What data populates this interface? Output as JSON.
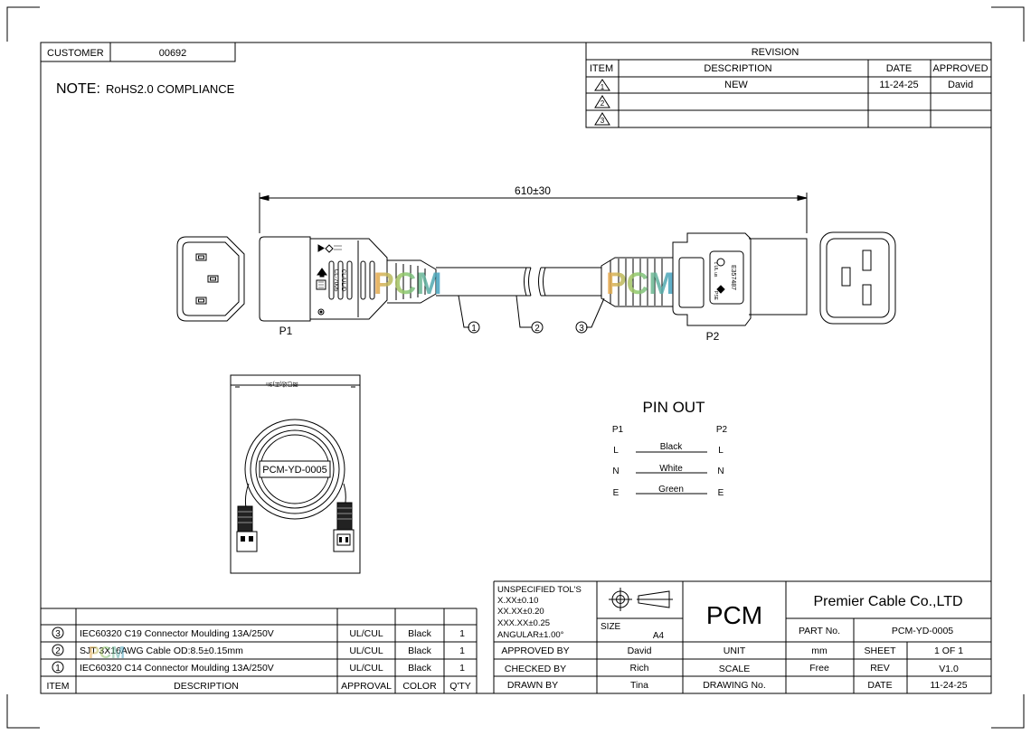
{
  "header": {
    "customer_label": "CUSTOMER",
    "customer_value": "00692",
    "note_label": "NOTE:",
    "note_text": "RoHS2.0 COMPLIANCE"
  },
  "revision": {
    "title": "REVISION",
    "columns": [
      "ITEM",
      "DESCRIPTION",
      "DATE",
      "APPROVED"
    ],
    "rows": [
      {
        "item": "1",
        "description": "NEW",
        "date": "11-24-25",
        "approved": "David"
      },
      {
        "item": "2",
        "description": "",
        "date": "",
        "approved": ""
      },
      {
        "item": "3",
        "description": "",
        "date": "",
        "approved": ""
      }
    ]
  },
  "drawing": {
    "length_dim": "610±30",
    "p1_label": "P1",
    "p2_label": "P2",
    "callouts": [
      "1",
      "2",
      "3"
    ],
    "watermark": "PCM",
    "p1_mold_text": [
      "CL-7005",
      "CL/UL/D"
    ],
    "p2_mold_text": [
      "E357487",
      "c UL us",
      "PSE"
    ],
    "bag_label": "PCM-YD-0005",
    "bag_top_text": "图已选(正)Sh"
  },
  "pinout": {
    "title": "PIN OUT",
    "left_header": "P1",
    "right_header": "P2",
    "rows": [
      {
        "left": "L",
        "wire": "Black",
        "right": "L"
      },
      {
        "left": "N",
        "wire": "White",
        "right": "N"
      },
      {
        "left": "E",
        "wire": "Green",
        "right": "E"
      }
    ]
  },
  "bom": {
    "columns": [
      "ITEM",
      "DESCRIPTION",
      "APPROVAL",
      "COLOR",
      "Q'TY"
    ],
    "rows": [
      {
        "item": "3",
        "description": "IEC60320 C19 Connector Moulding 13A/250V",
        "approval": "UL/CUL",
        "color": "Black",
        "qty": "1"
      },
      {
        "item": "2",
        "description": "SJT 3X16AWG Cable OD:8.5±0.15mm",
        "approval": "UL/CUL",
        "color": "Black",
        "qty": "1"
      },
      {
        "item": "1",
        "description": "IEC60320 C14 Connector Moulding 13A/250V",
        "approval": "UL/CUL",
        "color": "Black",
        "qty": "1"
      }
    ]
  },
  "titleblock": {
    "tol_lines": [
      "UNSPECIFIED TOL'S",
      "X.XX±0.10",
      "XX.XX±0.20",
      "XXX.XX±0.25",
      "ANGULAR±1.00°"
    ],
    "size_label": "SIZE",
    "size_value": "A4",
    "logo": "PCM",
    "company": "Premier Cable Co.,LTD",
    "part_no_label": "PART No.",
    "part_no_value": "PCM-YD-0005",
    "approved_by_label": "APPROVED BY",
    "approved_by_value": "David",
    "checked_by_label": "CHECKED BY",
    "checked_by_value": "Rich",
    "drawn_by_label": "DRAWN BY",
    "drawn_by_value": "Tina",
    "unit_label": "UNIT",
    "unit_value": "mm",
    "scale_label": "SCALE",
    "scale_value": "Free",
    "drawing_no_label": "DRAWING No.",
    "sheet_label": "SHEET",
    "sheet_value": "1 OF 1",
    "rev_label": "REV",
    "rev_value": "V1.0",
    "date_label": "DATE",
    "date_value": "11-24-25"
  },
  "colors": {
    "line": "#000000",
    "watermark_orange": "#f0a64a",
    "watermark_green": "#5cc6a0",
    "watermark_blue": "#3d9ec8"
  }
}
